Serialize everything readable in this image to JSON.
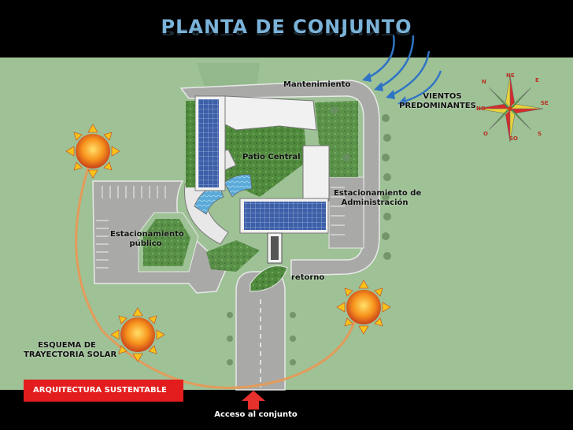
{
  "title": "PLANTA DE CONJUNTO",
  "labels": {
    "mantenimiento": "Mantenimiento",
    "vientos_line1": "VIENTOS",
    "vientos_line2": "PREDOMINANTES",
    "patio_central": "Patio Central",
    "estacionamiento_admin_line1": "Estacionamiento de",
    "estacionamiento_admin_line2": "Administración",
    "estacionamiento_publico_line1": "Estacionamiento",
    "estacionamiento_publico_line2": "público",
    "retorno": "retorno",
    "esquema_line1": "ESQUEMA DE",
    "esquema_line2": "TRAYECTORIA SOLAR",
    "arquitectura": "ARQUITECTURA SUSTENTABLE",
    "acceso": "Acceso al conjunto"
  },
  "compass": {
    "N": "N",
    "NE": "NE",
    "E": "E",
    "SE": "SE",
    "S": "S",
    "SO": "SO",
    "O": "O",
    "NO": "NO"
  },
  "colors": {
    "background": "#000000",
    "site_green": "#9ec196",
    "road_gray": "#a9aaa7",
    "roof_blue": "#3d5fa8",
    "sun_orange": "#f47a1f",
    "sun_path": "#e39b5a",
    "wind_arrows": "#2f74c4",
    "badge_red": "#e31d1d",
    "access_arrow": "#e8302c",
    "title_blue": "#7ab2d8"
  }
}
